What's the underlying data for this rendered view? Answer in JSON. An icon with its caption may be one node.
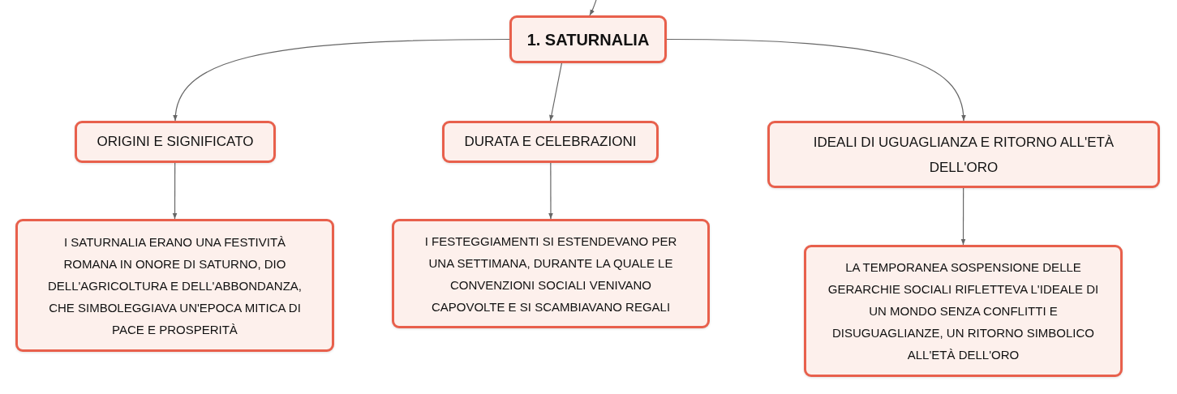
{
  "diagram": {
    "nodes": [
      {
        "text": [
          "1. SATURNALIA"
        ]
      },
      {
        "text": [
          "ORIGINI E SIGNIFICATO"
        ]
      },
      {
        "text": [
          "DURATA E CELEBRAZIONI"
        ]
      },
      {
        "text": [
          "IDEALI DI UGUAGLIANZA E RITORNO ALL'ETÀ DELL'ORO"
        ]
      },
      {
        "text": [
          "I SATURNALIA ERANO UNA FESTIVITÀ ROMANA IN ONORE DI SATURNO, DIO DELL'AGRICOLTURA E DELL'ABBONDANZA, CHE SIMBOLEGGIAVA UN'EPOCA MITICA DI PACE E PROSPERITÀ"
        ]
      },
      {
        "text": [
          "I FESTEGGIAMENTI SI ESTENDEVANO PER UNA SETTIMANA, DURANTE LA QUALE LE CONVENZIONI SOCIALI VENIVANO CAPOVOLTE E SI SCAMBIAVANO REGALI"
        ]
      },
      {
        "text": [
          "LA TEMPORANEA SOSPENSIONE DELLE GERARCHIE SOCIALI RIFLETTEVA L'IDEALE DI UN MONDO SENZA CONFLITTI E DISUGUAGLIANZE, UN RITORNO SIMBOLICO ALL'ETÀ DELL'ORO"
        ]
      }
    ],
    "edges": [
      {
        "from": null,
        "to": 0,
        "arrow": "to"
      },
      {
        "from": 0,
        "to": 1,
        "arrow": "to"
      },
      {
        "from": 0,
        "to": 2,
        "arrow": "to"
      },
      {
        "from": 0,
        "to": 3,
        "arrow": "to"
      },
      {
        "from": 1,
        "to": 4,
        "arrow": "to"
      },
      {
        "from": 2,
        "to": 5,
        "arrow": "to"
      },
      {
        "from": 3,
        "to": 6,
        "arrow": "to"
      }
    ]
  }
}
